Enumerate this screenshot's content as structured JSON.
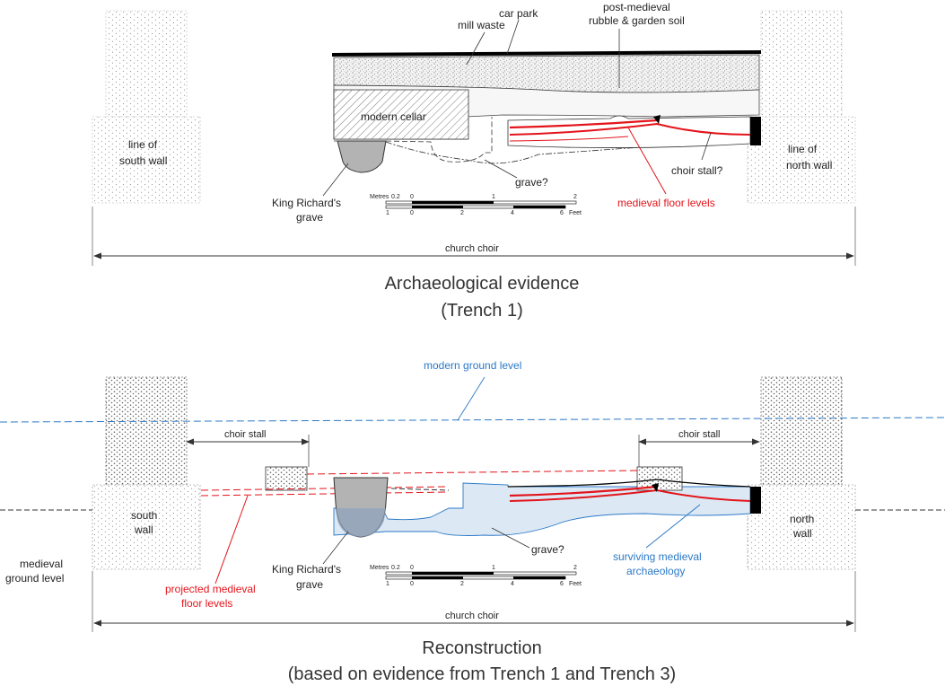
{
  "top": {
    "title_line1": "Archaeological evidence",
    "title_line2": "(Trench 1)",
    "labels": {
      "mill_waste": "mill waste",
      "car_park": "car park",
      "post_medieval_1": "post-medieval",
      "post_medieval_2": "rubble & garden soil",
      "modern_cellar": "modern cellar",
      "south_wall_1": "line of",
      "south_wall_2": "south wall",
      "north_wall_1": "line of",
      "north_wall_2": "north wall",
      "choir_stall": "choir stall?",
      "grave": "grave?",
      "king_1": "King Richard's",
      "king_2": "grave",
      "floor_levels": "medieval floor levels",
      "church_choir": "church choir"
    },
    "scale": {
      "metres": "Metres",
      "m_ticks": [
        "0.2",
        "0",
        "1",
        "2"
      ],
      "feet": "Feet",
      "f_ticks": [
        "1",
        "0",
        "2",
        "4",
        "6"
      ]
    }
  },
  "bottom": {
    "title_line1": "Reconstruction",
    "title_line2": "(based on evidence from Trench 1 and Trench 3)",
    "labels": {
      "modern_ground": "modern ground level",
      "choir_stall_left": "choir stall",
      "choir_stall_right": "choir stall",
      "south_wall_1": "south",
      "south_wall_2": "wall",
      "north_wall_1": "north",
      "north_wall_2": "wall",
      "medieval_ground_1": "medieval",
      "medieval_ground_2": "ground level",
      "king_1": "King Richard's",
      "king_2": "grave",
      "projected_1": "projected medieval",
      "projected_2": "floor levels",
      "grave": "grave?",
      "surviving_1": "surviving medieval",
      "surviving_2": "archaeology",
      "church_choir": "church choir"
    },
    "scale": {
      "metres": "Metres",
      "m_ticks": [
        "0.2",
        "0",
        "1",
        "2"
      ],
      "feet": "Feet",
      "f_ticks": [
        "1",
        "0",
        "2",
        "4",
        "6"
      ]
    }
  },
  "colors": {
    "red": "#e3141b",
    "blue": "#2b78c6",
    "light_blue": "#dce9f5",
    "grave_grey": "#b3b3b3"
  }
}
